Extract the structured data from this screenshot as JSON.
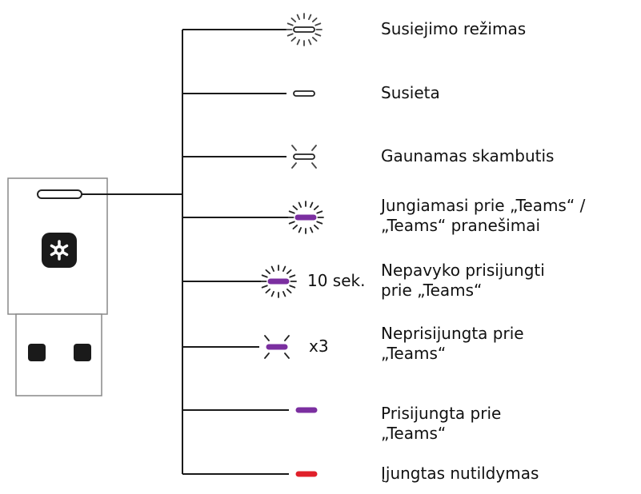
{
  "colors": {
    "line": "#1a1a1a",
    "led_white": "#ffffff",
    "led_purple": "#7b2fa0",
    "led_red": "#e0202a",
    "key_dark": "#1a1a1a"
  },
  "states": [
    {
      "lines": [
        "Susiejimo režimas"
      ],
      "led": "white",
      "pattern": "blink-ring"
    },
    {
      "lines": [
        "Susieta"
      ],
      "led": "white",
      "pattern": "steady"
    },
    {
      "lines": [
        "Gaunamas skambutis"
      ],
      "led": "white",
      "pattern": "pulse-sides"
    },
    {
      "lines": [
        "Jungiamasi prie „Teams“ /",
        "„Teams“ pranešimai"
      ],
      "led": "purple",
      "pattern": "blink-ring"
    },
    {
      "lines": [
        "Nepavyko prisijungti",
        "prie „Teams“"
      ],
      "led": "purple",
      "pattern": "blink-ring",
      "suffix": "10 sek."
    },
    {
      "lines": [
        "Neprisijungta prie",
        "„Teams“"
      ],
      "led": "purple",
      "pattern": "pulse-sides",
      "suffix": "x3"
    },
    {
      "lines": [
        "Prisijungta prie",
        "„Teams“"
      ],
      "led": "purple",
      "pattern": "steady"
    },
    {
      "lines": [
        "Įjungtas nutildymas"
      ],
      "led": "red",
      "pattern": "steady"
    }
  ],
  "device": {
    "icon": "teams-asterisk-icon",
    "led_icon": "status-led-icon",
    "contacts": [
      "usb-contact-icon",
      "usb-contact-icon"
    ]
  }
}
